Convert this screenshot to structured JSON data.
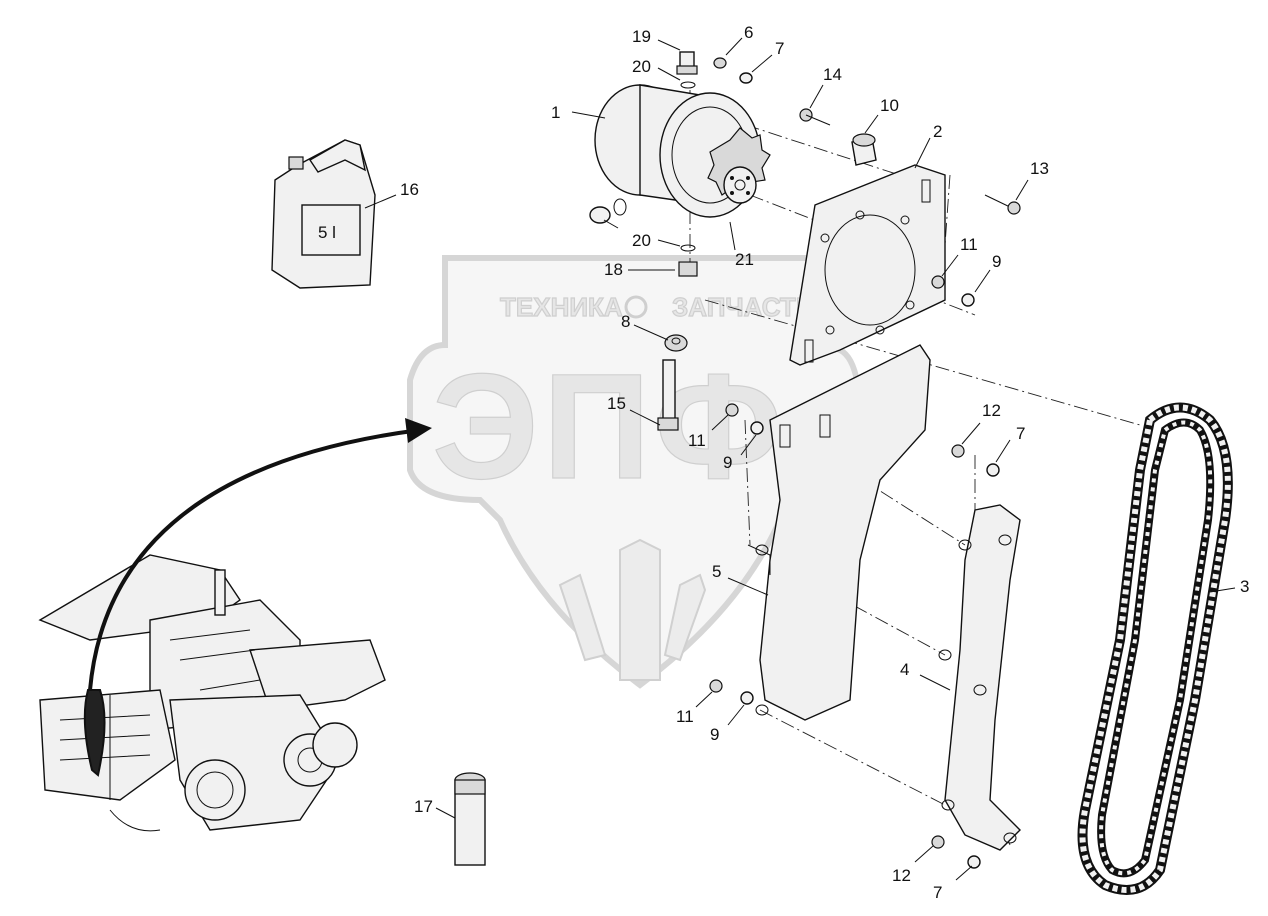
{
  "watermark": {
    "company": "ТЕХНИКА",
    "company_suffix": "ЗАПЧАСТИ",
    "logo": "ЭПФ"
  },
  "canister": {
    "label": "5 l"
  },
  "callouts": {
    "c1": "1",
    "c2": "2",
    "c3": "3",
    "c4": "4",
    "c5": "5",
    "c6": "6",
    "c7a": "7",
    "c7b": "7",
    "c7c": "7",
    "c8": "8",
    "c9a": "9",
    "c9b": "9",
    "c9c": "9",
    "c10": "10",
    "c11a": "11",
    "c11b": "11",
    "c11c": "11",
    "c12a": "12",
    "c12b": "12",
    "c13": "13",
    "c14": "14",
    "c15": "15",
    "c16": "16",
    "c17": "17",
    "c18": "18",
    "c19": "19",
    "c20a": "20",
    "c20b": "20",
    "c21": "21"
  }
}
